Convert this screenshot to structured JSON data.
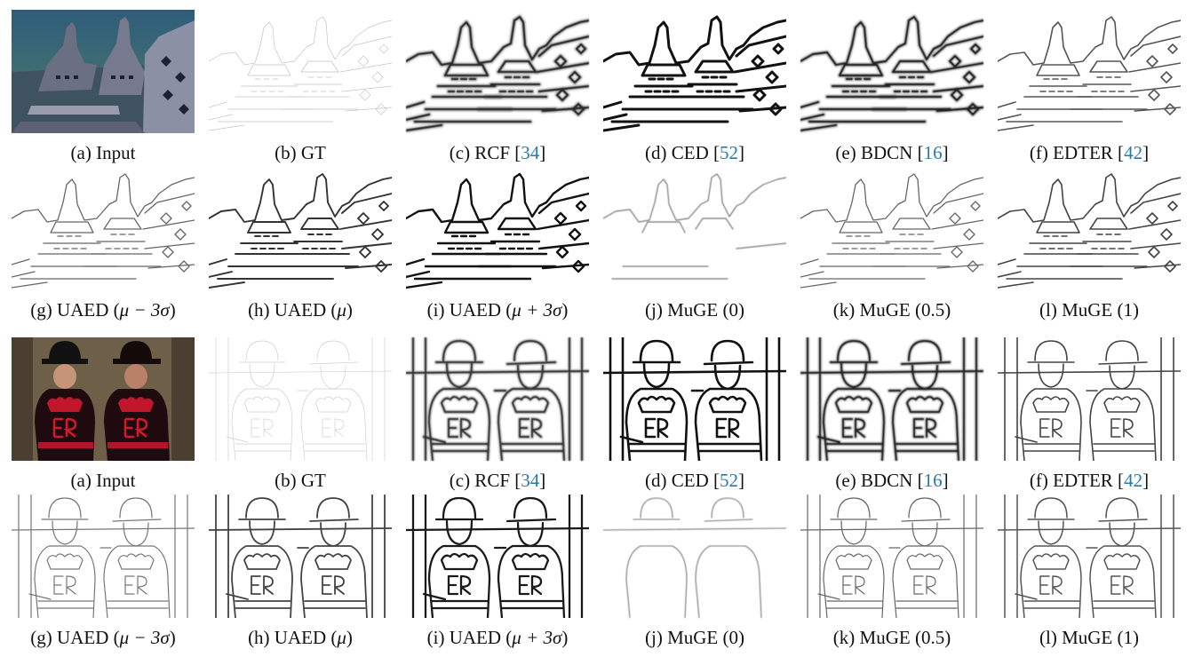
{
  "colors": {
    "citation": "#2a7aa6"
  },
  "rows": [
    {
      "scene": "stupas",
      "panels": [
        {
          "kind": "photo",
          "caption": {
            "pre": "(a) Input",
            "ref": "",
            "post": ""
          }
        },
        {
          "kind": "gt",
          "caption": {
            "pre": "(b) GT",
            "ref": "",
            "post": ""
          }
        },
        {
          "kind": "edge",
          "caption": {
            "pre": "(c) RCF [",
            "ref": "34",
            "post": "]"
          }
        },
        {
          "kind": "edge",
          "caption": {
            "pre": "(d) CED [",
            "ref": "52",
            "post": "]"
          }
        },
        {
          "kind": "edge",
          "caption": {
            "pre": "(e) BDCN [",
            "ref": "16",
            "post": "]"
          }
        },
        {
          "kind": "edge",
          "caption": {
            "pre": "(f) EDTER [",
            "ref": "42",
            "post": "]"
          }
        }
      ]
    },
    {
      "scene": "stupas",
      "panels": [
        {
          "kind": "edge",
          "caption": {
            "pre": "(g) UAED (",
            "math": "μ − 3σ",
            "post": ")"
          }
        },
        {
          "kind": "edge",
          "caption": {
            "pre": "(h) UAED (",
            "math": "μ",
            "post": ")"
          }
        },
        {
          "kind": "edge",
          "caption": {
            "pre": "(i) UAED (",
            "math": "μ + 3σ",
            "post": ")"
          }
        },
        {
          "kind": "edge",
          "caption": {
            "pre": "(j) MuGE (0)",
            "ref": "",
            "post": ""
          }
        },
        {
          "kind": "edge",
          "caption": {
            "pre": "(k) MuGE (0.5)",
            "ref": "",
            "post": ""
          }
        },
        {
          "kind": "edge",
          "caption": {
            "pre": "(l) MuGE (1)",
            "ref": "",
            "post": ""
          }
        }
      ]
    },
    {
      "scene": "guards",
      "panels": [
        {
          "kind": "photo",
          "caption": {
            "pre": "(a) Input",
            "ref": "",
            "post": ""
          }
        },
        {
          "kind": "gt",
          "caption": {
            "pre": "(b) GT",
            "ref": "",
            "post": ""
          }
        },
        {
          "kind": "edge",
          "caption": {
            "pre": "(c) RCF [",
            "ref": "34",
            "post": "]"
          }
        },
        {
          "kind": "edge",
          "caption": {
            "pre": "(d) CED [",
            "ref": "52",
            "post": "]"
          }
        },
        {
          "kind": "edge",
          "caption": {
            "pre": "(e) BDCN [",
            "ref": "16",
            "post": "]"
          }
        },
        {
          "kind": "edge",
          "caption": {
            "pre": "(f) EDTER [",
            "ref": "42",
            "post": "]"
          }
        }
      ]
    },
    {
      "scene": "guards",
      "panels": [
        {
          "kind": "edge",
          "caption": {
            "pre": "(g) UAED (",
            "math": "μ − 3σ",
            "post": ")"
          }
        },
        {
          "kind": "edge",
          "caption": {
            "pre": "(h) UAED (",
            "math": "μ",
            "post": ")"
          }
        },
        {
          "kind": "edge",
          "caption": {
            "pre": "(i) UAED (",
            "math": "μ + 3σ",
            "post": ")"
          }
        },
        {
          "kind": "edge",
          "caption": {
            "pre": "(j) MuGE (0)",
            "ref": "",
            "post": ""
          }
        },
        {
          "kind": "edge",
          "caption": {
            "pre": "(k) MuGE (0.5)",
            "ref": "",
            "post": ""
          }
        },
        {
          "kind": "edge",
          "caption": {
            "pre": "(l) MuGE (1)",
            "ref": "",
            "post": ""
          }
        }
      ]
    }
  ]
}
